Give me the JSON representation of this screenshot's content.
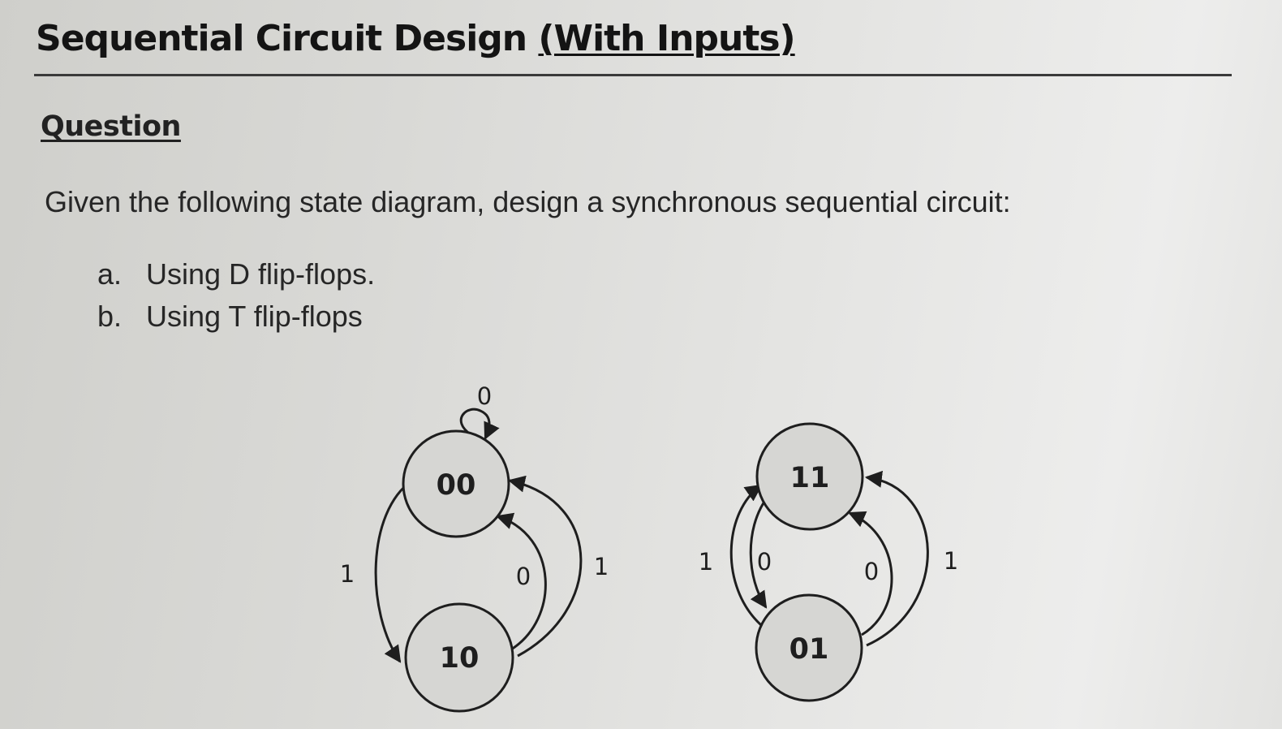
{
  "title": {
    "prefix": "Sequential Circuit Design ",
    "underlined": "(With Inputs)"
  },
  "question": {
    "heading": "Question",
    "text": "Given the following state diagram, design a synchronous sequential circuit:",
    "parts": [
      {
        "marker": "a.",
        "text": "Using D flip-flops."
      },
      {
        "marker": "b.",
        "text": "Using T flip-flops"
      }
    ]
  },
  "state_diagram": {
    "states": [
      "00",
      "10",
      "11",
      "01"
    ],
    "transitions": [
      {
        "from": "00",
        "to": "00",
        "input": "0"
      },
      {
        "from": "00",
        "to": "10",
        "input": "1"
      },
      {
        "from": "10",
        "to": "00",
        "input": "0"
      },
      {
        "from": "10",
        "to": "00",
        "input": "1"
      },
      {
        "from": "11",
        "to": "01",
        "input": "0"
      },
      {
        "from": "01",
        "to": "11",
        "input": "1"
      },
      {
        "from": "01",
        "to": "11",
        "input": "0"
      },
      {
        "from": "01",
        "to": "11",
        "input": "1"
      }
    ]
  },
  "colors": {
    "ink": "#1e1e1e",
    "state_fill": "#d6d6d3"
  }
}
